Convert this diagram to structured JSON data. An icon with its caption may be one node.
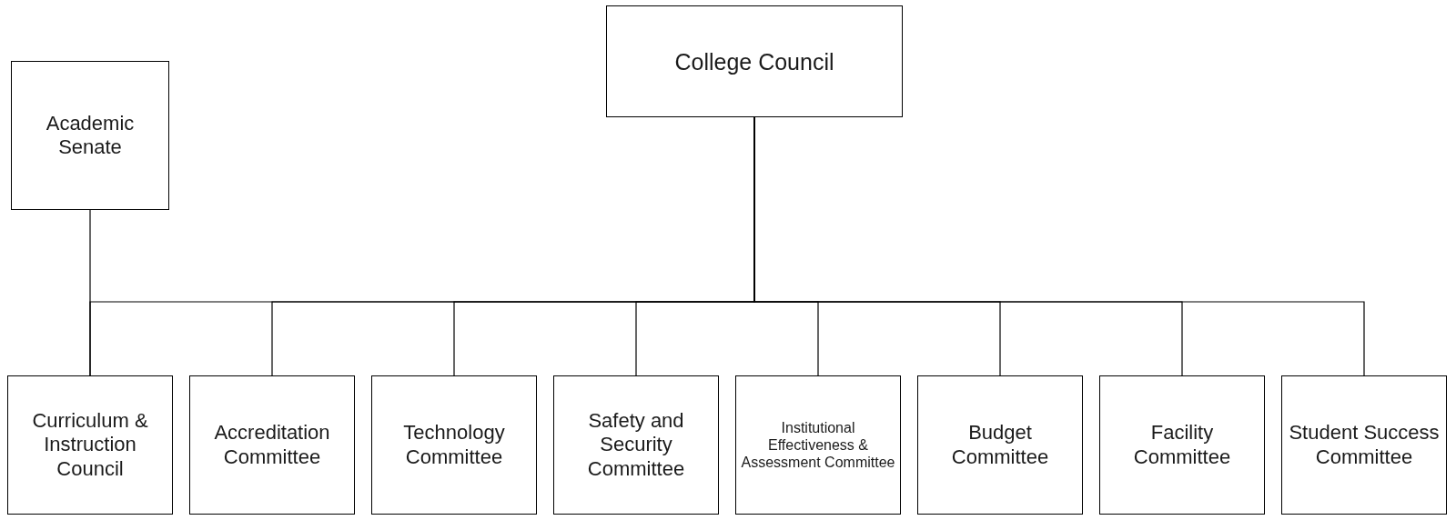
{
  "diagram": {
    "nodes": [
      {
        "text": [
          "Academic Senate"
        ]
      },
      {
        "text": [
          "College Council"
        ]
      },
      {
        "text": [
          "Curriculum & Instruction Council"
        ]
      },
      {
        "text": [
          "Accreditation Committee"
        ]
      },
      {
        "text": [
          "Technology Committee"
        ]
      },
      {
        "text": [
          "Safety and Security Committee"
        ]
      },
      {
        "text": [
          "Institutional Effectiveness & Assessment Committee"
        ]
      },
      {
        "text": [
          "Budget Committee"
        ]
      },
      {
        "text": [
          "Facility Committee"
        ]
      },
      {
        "text": [
          "Student Success Committee"
        ]
      }
    ],
    "edges": [
      {
        "from": 0,
        "to": 2,
        "arrow": "none"
      },
      {
        "from": 1,
        "to": 2,
        "arrow": "none"
      },
      {
        "from": 1,
        "to": 3,
        "arrow": "none"
      },
      {
        "from": 1,
        "to": 4,
        "arrow": "none"
      },
      {
        "from": 1,
        "to": 5,
        "arrow": "none"
      },
      {
        "from": 1,
        "to": 6,
        "arrow": "none"
      },
      {
        "from": 1,
        "to": 7,
        "arrow": "none"
      },
      {
        "from": 1,
        "to": 8,
        "arrow": "none"
      },
      {
        "from": 1,
        "to": 9,
        "arrow": "none"
      }
    ]
  }
}
